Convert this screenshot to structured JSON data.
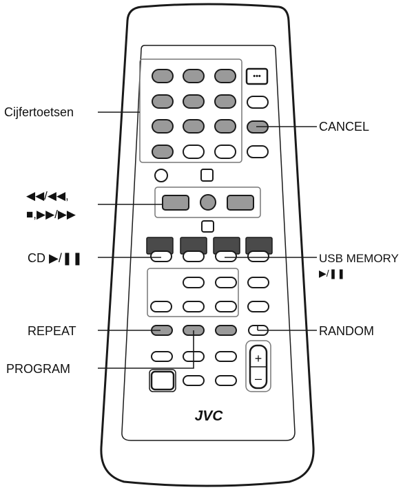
{
  "labels": {
    "numeric_keys": "Cijfertoetsen",
    "cancel": "CANCEL",
    "skip_search_1": "◀◀/◀◀,",
    "skip_search_2": "■,▶▶/▶▶",
    "cd": "CD ▶/❚❚",
    "usb_1": "USB MEMORY",
    "usb_2": "▶/❚❚",
    "repeat": "REPEAT",
    "random": "RANDOM",
    "program": "PROGRAM",
    "volume_plus": "+",
    "volume_minus": "–"
  },
  "brand": "JVC",
  "colors": {
    "outline": "#1a1a1a",
    "button_gray": "#9a9a9a",
    "button_dark": "#4a4a4a",
    "body": "#ffffff"
  }
}
